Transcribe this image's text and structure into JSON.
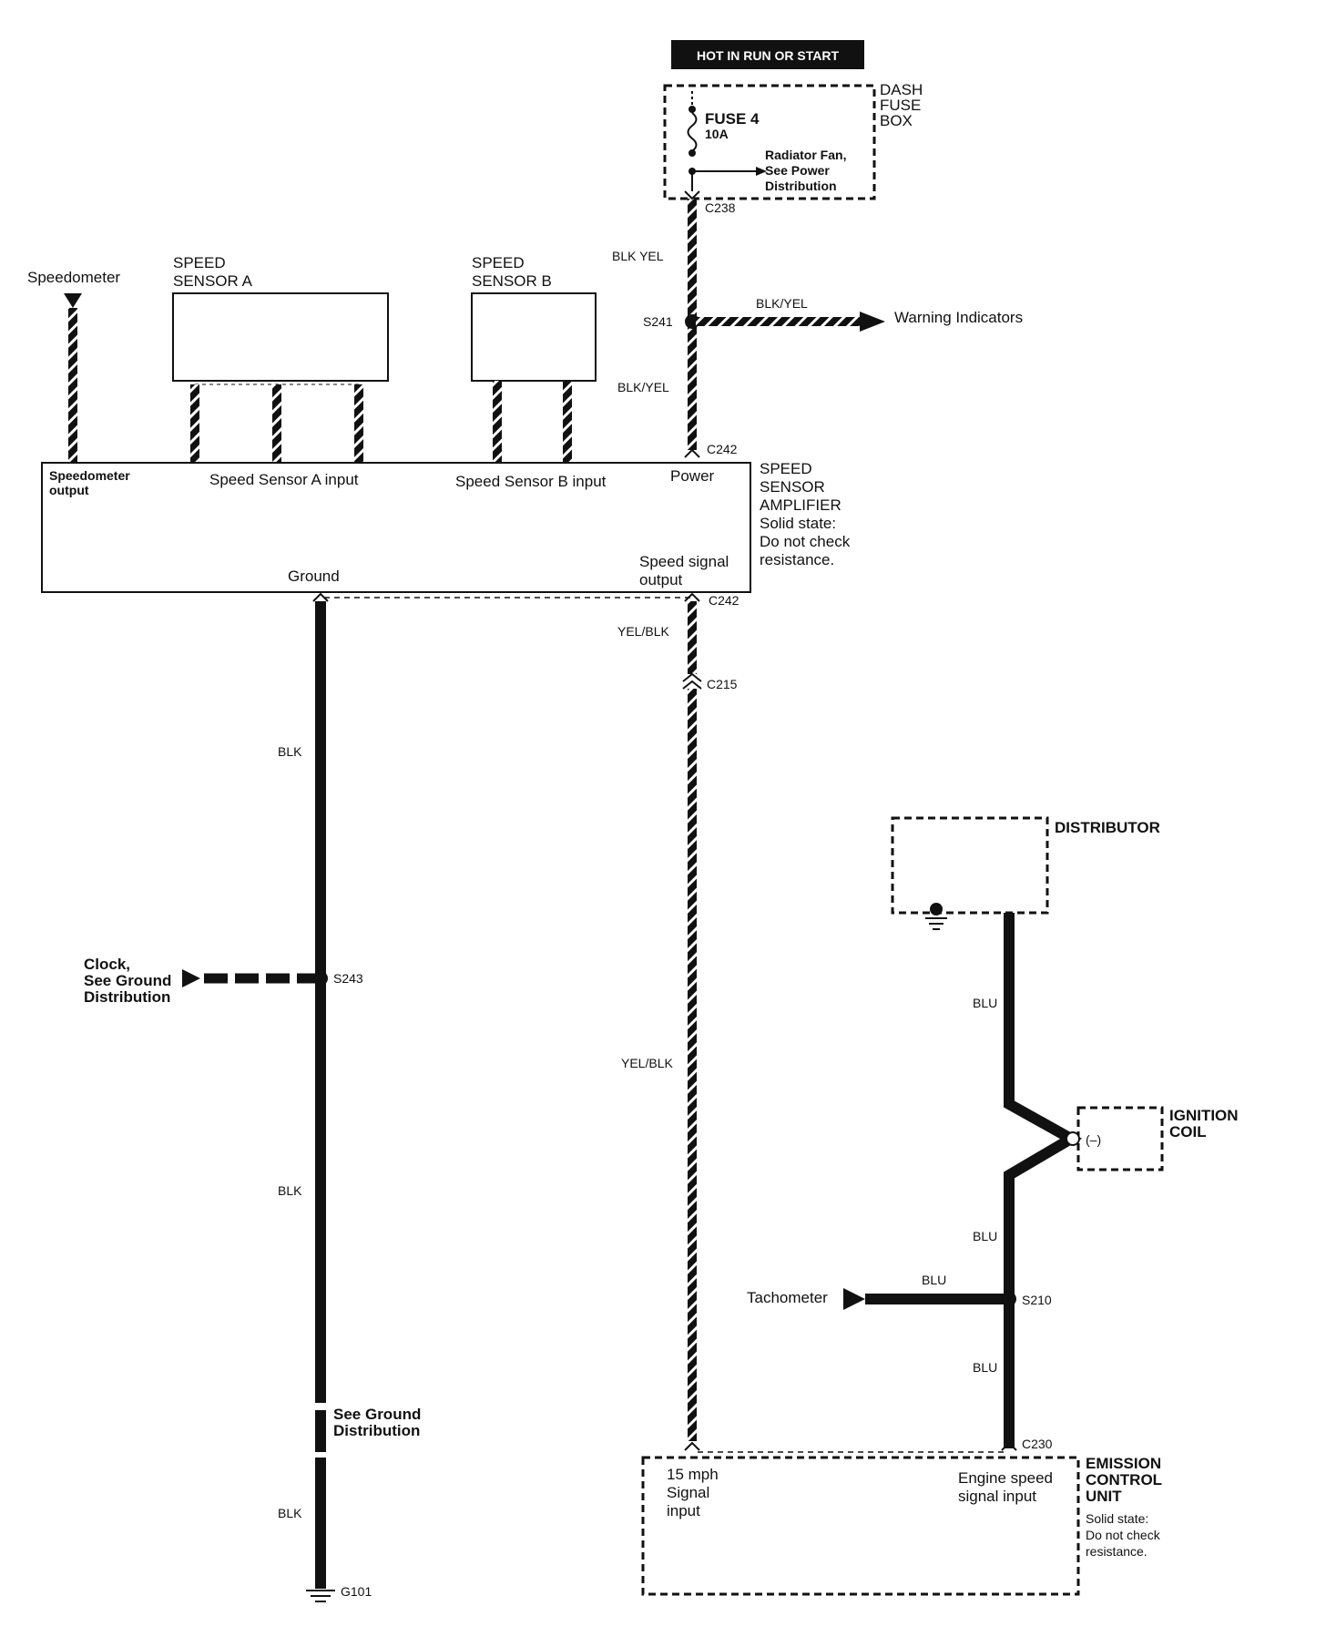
{
  "banner": "HOT IN RUN OR START",
  "fuse_box": {
    "title": [
      "DASH",
      "FUSE",
      "BOX"
    ],
    "fuse_name": "FUSE 4",
    "fuse_rating": "10A",
    "branch": [
      "Radiator Fan,",
      "See Power",
      "Distribution"
    ]
  },
  "connectors": {
    "c238": "C238",
    "c242_top": "C242",
    "c242_bottom": "C242",
    "c215": "C215",
    "c230": "C230"
  },
  "splices": {
    "s241": "S241",
    "s243": "S243",
    "s210": "S210"
  },
  "wires": {
    "blk_yel_1": "BLK YEL",
    "blk_yel_branch": "BLK/YEL",
    "blk_yel_2": "BLK/YEL",
    "yel_blk_1": "YEL/BLK",
    "yel_blk_2": "YEL/BLK",
    "blk_1": "BLK",
    "blk_2": "BLK",
    "blk_3": "BLK",
    "blu_1": "BLU",
    "blu_2": "BLU",
    "blu_3": "BLU",
    "blu_tach": "BLU"
  },
  "warning_indicators": "Warning Indicators",
  "speedometer": "Speedometer",
  "sensor_a": [
    "SPEED",
    "SENSOR A"
  ],
  "sensor_b": [
    "SPEED",
    "SENSOR B"
  ],
  "amplifier": {
    "speedometer_output": [
      "Speedometer",
      "output"
    ],
    "sensor_a_input": "Speed Sensor A input",
    "sensor_b_input": "Speed Sensor B input",
    "power": "Power",
    "ground": "Ground",
    "speed_signal_output": [
      "Speed signal",
      "output"
    ],
    "title": [
      "SPEED",
      "SENSOR",
      "AMPLIFIER",
      "Solid state:",
      "Do not check",
      "resistance."
    ]
  },
  "clock": [
    "Clock,",
    "See Ground",
    "Distribution"
  ],
  "see_ground": [
    "See Ground",
    "Distribution"
  ],
  "ground_g101": "G101",
  "distributor": "DISTRIBUTOR",
  "ignition_coil": {
    "title": [
      "IGNITION",
      "COIL"
    ],
    "terminal": "(–)"
  },
  "tachometer": "Tachometer",
  "ecu": {
    "signal_input": [
      "15 mph",
      "Signal",
      "input"
    ],
    "engine_speed_input": [
      "Engine speed",
      "signal input"
    ],
    "title": [
      "EMISSION",
      "CONTROL",
      "UNIT"
    ],
    "note": [
      "Solid state:",
      "Do not check",
      "resistance."
    ]
  },
  "colors": {
    "ink": "#111111",
    "paper": "#ffffff"
  }
}
